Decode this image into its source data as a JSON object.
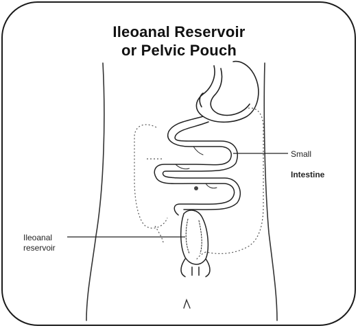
{
  "title": {
    "line1": "Ileoanal Reservoir",
    "line2": "or Pelvic Pouch"
  },
  "labels": {
    "small_intestine_line1": "Small",
    "small_intestine_line2": "Intestine",
    "reservoir_line1": "Ileoanal",
    "reservoir_line2": "reservoir"
  }
}
